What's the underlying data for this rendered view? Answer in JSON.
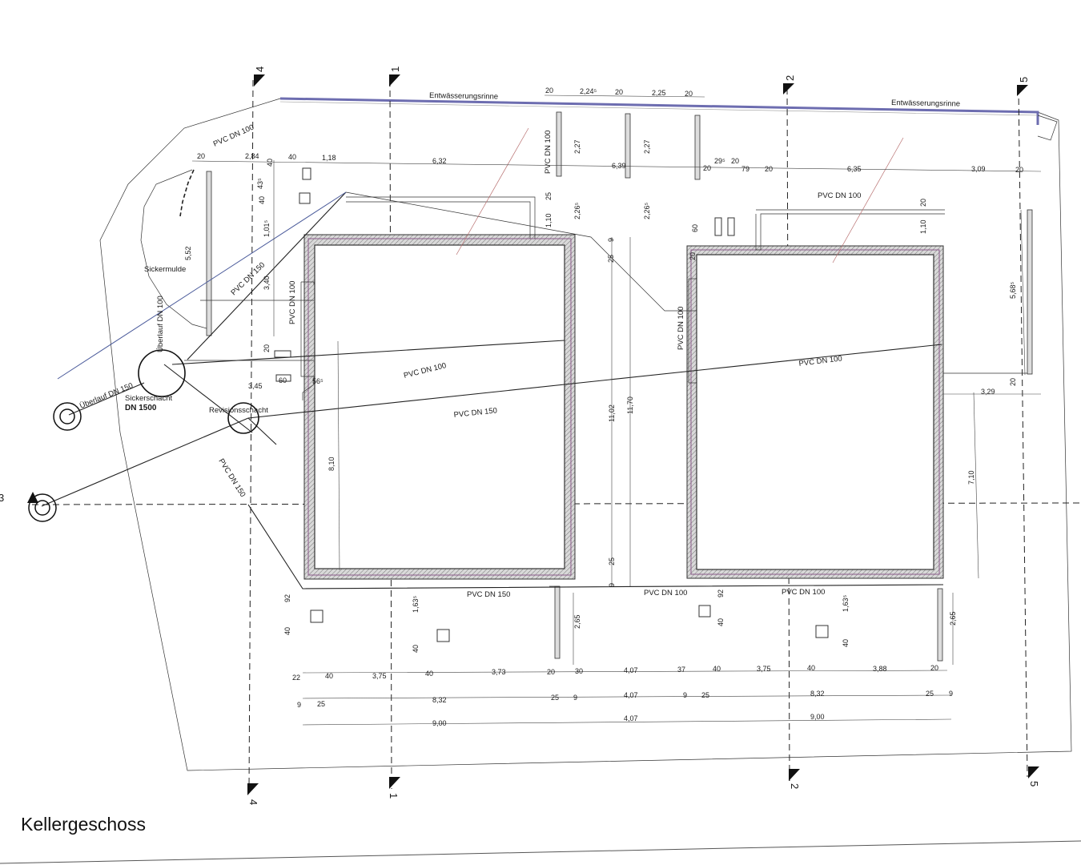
{
  "sheet_title": "Kellergeschoss",
  "axes": [
    {
      "id": "4",
      "label_top": "4",
      "label_bottom": "4"
    },
    {
      "id": "1",
      "label_top": "1",
      "label_bottom": "1"
    },
    {
      "id": "2",
      "label_top": "2",
      "label_bottom": "2"
    },
    {
      "id": "5",
      "label_top": "5",
      "label_bottom": "5"
    },
    {
      "id": "3",
      "label": "3"
    }
  ],
  "labels": {
    "rinne_left": "Entwässerungsrinne",
    "rinne_right": "Entwässerungsrinne",
    "sickermulde": "Sickermulde",
    "ueberlauf_dn100": "Überlauf DN 100",
    "ueberlauf_dn150": "Überlauf DN 150",
    "sickerschacht": "Sickerschacht",
    "sickerschacht_dn": "DN 1500",
    "revisionsschacht": "Revisionsschacht",
    "pvc100_a": "PVC DN 100",
    "pvc100_b": "PVC DN 100",
    "pvc100_c": "PVC DN 100",
    "pvc100_d": "PVC DN 100",
    "pvc100_e": "PVC DN 100",
    "pvc100_f": "PVC DN 100",
    "pvc100_g": "PVC DN 100",
    "pvc100_h": "PVC DN 100",
    "pvc100_i": "PVC DN 100",
    "pvc150_a": "PVC DN 150",
    "pvc150_b": "PVC DN 150",
    "pvc150_c": "PVC DN 150",
    "pvc150_d": "PVC DN 150"
  },
  "dims": {
    "t20a": "20",
    "t224": "2,24⁵",
    "t20b": "20",
    "t225": "2,25",
    "t20c": "20",
    "d20a": "20",
    "d284": "2,84",
    "d40a": "40",
    "d118": "1,18",
    "d632": "6,32",
    "d639": "6,39",
    "d20s": "20",
    "d295": "29⁵",
    "d20t": "20",
    "d79": "79",
    "d20u": "20",
    "d635": "6,35",
    "d309": "3,09",
    "d20v": "20",
    "v40a": "40",
    "v435": "43⁵",
    "v40b": "40",
    "v1015": "1,01⁵",
    "v552": "5,52",
    "v340": "3,40",
    "v20a": "20",
    "v60": "60",
    "v565": "56⁵",
    "v345": "3,45",
    "v227a": "2,27",
    "v227b": "2,27",
    "v2265a": "2,26⁵",
    "v2265b": "2,26⁵",
    "v25a": "25",
    "v110a": "1,10",
    "v60b": "60",
    "v25b": "25",
    "v9a": "9",
    "v110b": "1,10",
    "v20b": "20",
    "v5685": "5,68⁵",
    "v20c": "20",
    "v329": "3,29",
    "v710": "7,10",
    "v810": "8,10",
    "v1102": "11,02",
    "v1170": "11,70",
    "v25c": "25",
    "v9b": "9",
    "v20d": "20",
    "v92a": "92",
    "v40c": "40",
    "v1635a": "1,63⁵",
    "v40d": "40",
    "v265a": "2,65",
    "v92b": "92",
    "v40e": "40",
    "v1635b": "1,63⁵",
    "v40f": "40",
    "v265b": "2,65",
    "r1_22": "22",
    "r1_40a": "40",
    "r1_375a": "3,75",
    "r1_40b": "40",
    "r1_373": "3,73",
    "r1_20a": "20",
    "r1_30": "30",
    "r1_407": "4,07",
    "r1_37": "37",
    "r1_40c": "40",
    "r1_375b": "3,75",
    "r1_40d": "40",
    "r1_388": "3,88",
    "r1_20b": "20",
    "r2_9a": "9",
    "r2_25a": "25",
    "r2_832a": "8,32",
    "r2_25b": "25",
    "r2_9b": "9",
    "r2_407": "4,07",
    "r2_9c": "9",
    "r2_25c": "25",
    "r2_832b": "8,32",
    "r2_25d": "25",
    "r2_9d": "9",
    "r3_900a": "9,00",
    "r3_407": "4,07",
    "r3_900b": "9,00"
  }
}
